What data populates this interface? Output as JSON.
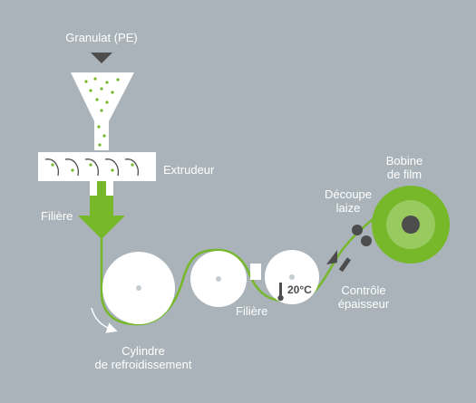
{
  "labels": {
    "granulat": "Granulat (PE)",
    "extrudeur": "Extrudeur",
    "filiere_top": "Filière",
    "filiere_bottom": "Filière",
    "cylindre_line1": "Cylindre",
    "cylindre_line2": "de refroidissement",
    "temperature": "20°C",
    "controle_line1": "Contrôle",
    "controle_line2": "épaisseur",
    "decoupe_line1": "Découpe",
    "decoupe_line2": "laize",
    "bobine_line1": "Bobine",
    "bobine_line2": "de film"
  },
  "colors": {
    "background": "#a9b3b9",
    "accent_green": "#76b82a",
    "white": "#ffffff",
    "dark_gray": "#4d4d4d",
    "mid_gray": "#c5ccd0"
  }
}
